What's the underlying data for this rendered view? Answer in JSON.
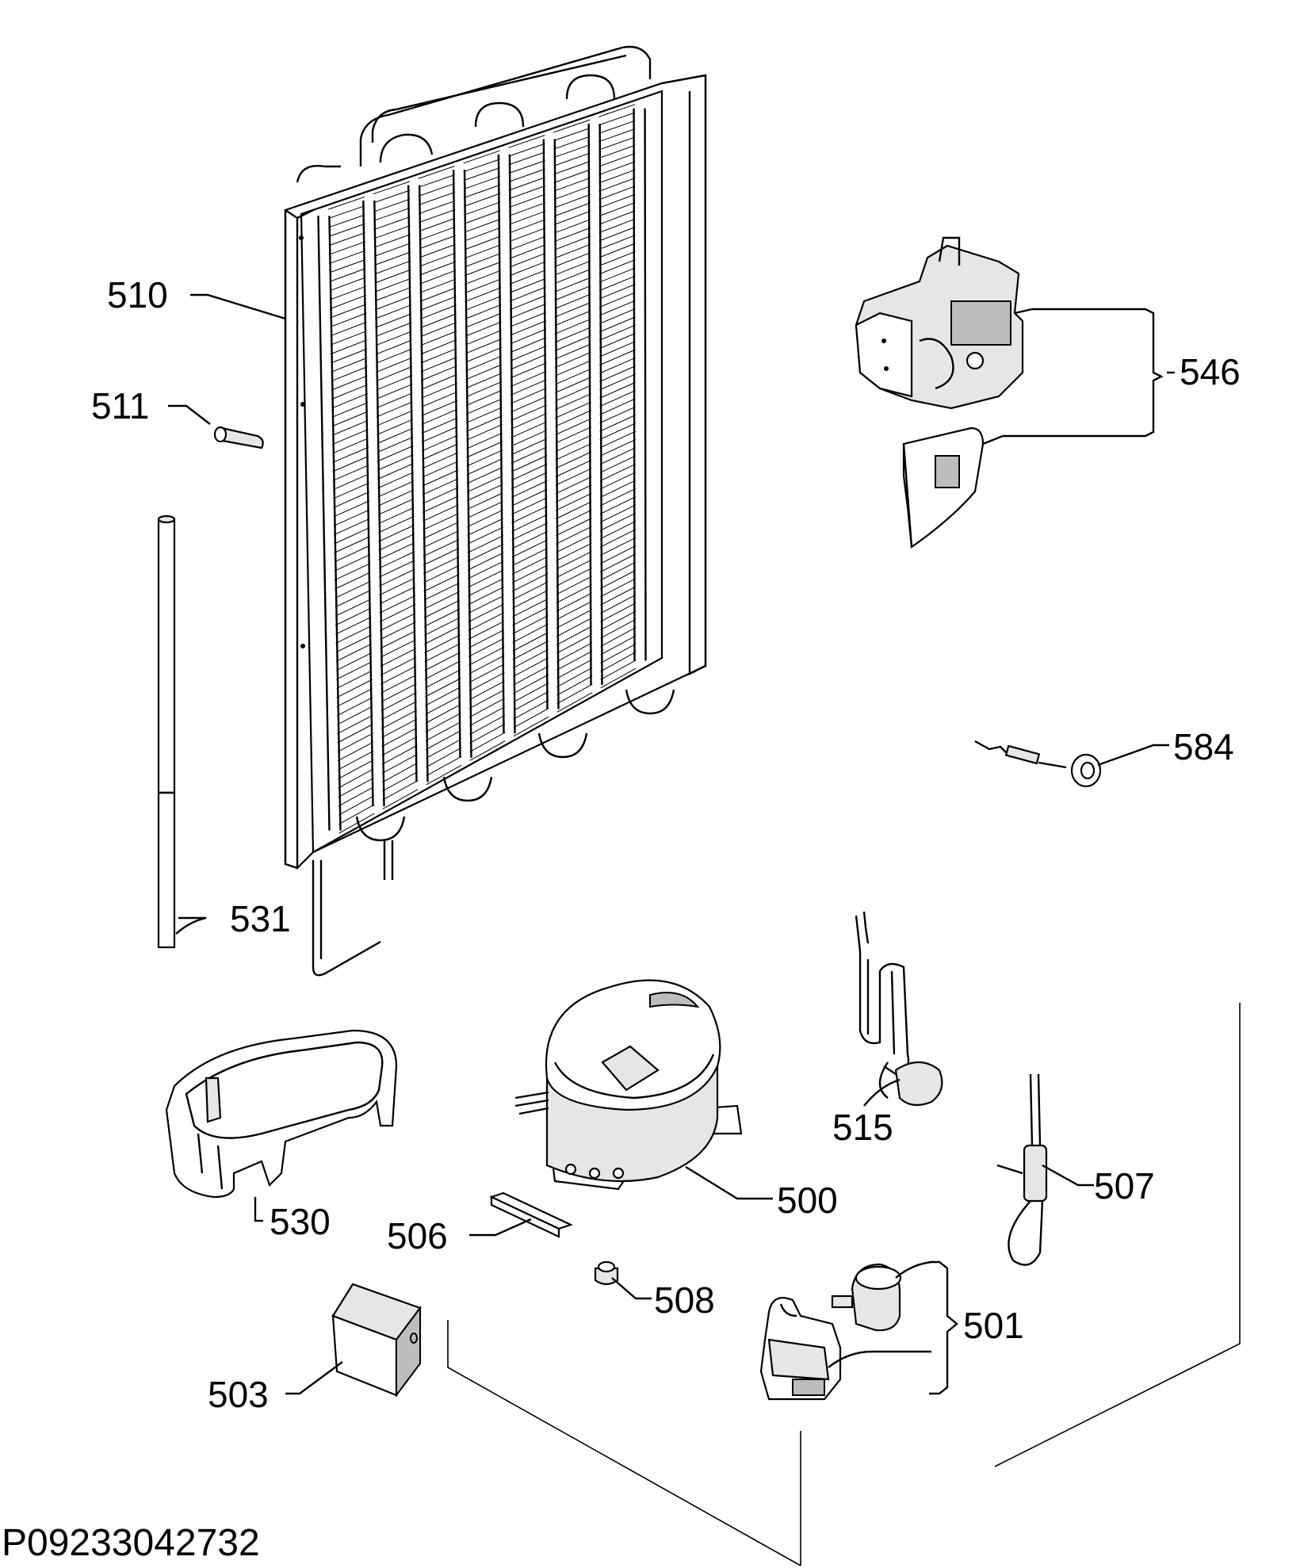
{
  "labels": {
    "p510": "510",
    "p511": "511",
    "p531": "531",
    "p546": "546",
    "p584": "584",
    "p515": "515",
    "p507": "507",
    "p530": "530",
    "p500": "500",
    "p506": "506",
    "p508": "508",
    "p501": "501",
    "p503": "503"
  },
  "drawing_code": "P09233042732"
}
